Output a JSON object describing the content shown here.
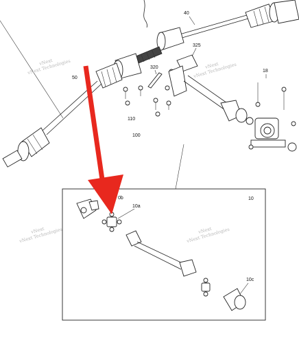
{
  "callouts": {
    "c40": "40",
    "c325": "325",
    "c320": "320",
    "c50": "50",
    "c18": "18",
    "c110": "110",
    "c100": "100",
    "c10": "10",
    "c10a": "10a",
    "c10b": "0b",
    "c10c": "10c"
  },
  "watermarks": [
    {
      "line1": "vNext",
      "line2": "vNext Technologies"
    },
    {
      "line1": "vNext",
      "line2": "vNext Technologies"
    },
    {
      "line1": "vNext",
      "line2": "vNext Technologies"
    },
    {
      "line1": "vNext",
      "line2": "vNext Technologies"
    }
  ],
  "colors": {
    "arrow": "#e8281e",
    "line": "#222222",
    "watermark": "#b8b8b8"
  }
}
